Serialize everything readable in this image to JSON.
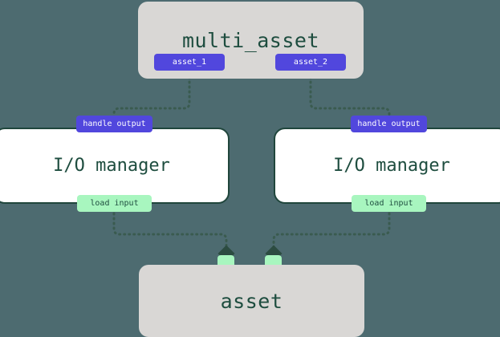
{
  "diagram": {
    "type": "dagster-asset-io-manager-flow",
    "background_color": "#4d6b70",
    "colors": {
      "node_fill": "#d9d7d5",
      "io_node_fill": "#ffffff",
      "io_node_border": "#20463c",
      "output_handle": "#5147dd",
      "input_handle": "#a8f6bf",
      "text_dark": "#1e4d3f",
      "text_light": "#ffffff",
      "edge": "#3a5b4f"
    },
    "nodes": [
      {
        "id": "multi_asset",
        "label": "multi_asset",
        "kind": "asset"
      },
      {
        "id": "io_manager_left",
        "label": "I/O manager",
        "kind": "io-manager"
      },
      {
        "id": "io_manager_right",
        "label": "I/O manager",
        "kind": "io-manager"
      },
      {
        "id": "asset",
        "label": "asset",
        "kind": "asset"
      }
    ],
    "handles": {
      "multi_asset_outputs": [
        {
          "id": "asset_1",
          "label": "asset_1",
          "style": "purple"
        },
        {
          "id": "asset_2",
          "label": "asset_2",
          "style": "purple"
        }
      ],
      "io_left": {
        "top": {
          "id": "handle_output_left",
          "label": "handle output",
          "style": "purple"
        },
        "bottom": {
          "id": "load_input_left",
          "label": "load input",
          "style": "green"
        }
      },
      "io_right": {
        "top": {
          "id": "handle_output_right",
          "label": "handle output",
          "style": "purple"
        },
        "bottom": {
          "id": "load_input_right",
          "label": "load input",
          "style": "green"
        }
      },
      "asset_inputs": [
        {
          "id": "asset_input_1",
          "label": "",
          "style": "green"
        },
        {
          "id": "asset_input_2",
          "label": "",
          "style": "green"
        }
      ]
    },
    "edges": [
      {
        "from": "asset_1",
        "to": "handle_output_left",
        "style": "dotted",
        "arrow": "diamond"
      },
      {
        "from": "asset_2",
        "to": "handle_output_right",
        "style": "dotted",
        "arrow": "diamond"
      },
      {
        "from": "load_input_left",
        "to": "asset_input_1",
        "style": "dotted",
        "arrow": "diamond"
      },
      {
        "from": "load_input_right",
        "to": "asset_input_2",
        "style": "dotted",
        "arrow": "diamond"
      }
    ]
  }
}
